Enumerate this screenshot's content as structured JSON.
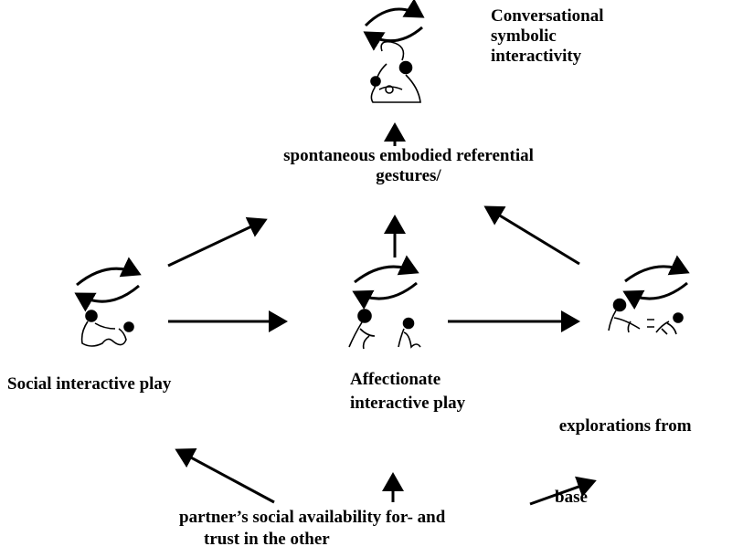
{
  "labels": {
    "conversational": [
      "Conversational",
      "symbolic",
      "interactivity"
    ],
    "gestures": [
      "spontaneous embodied  referential",
      "gestures/"
    ],
    "social_play": "Social interactive play",
    "affectionate_play": [
      "Affectionate",
      "interactive play"
    ],
    "explorations": [
      " explorations from",
      "base"
    ],
    "partner": [
      "partner’s social  availability for- and",
      "trust in the other"
    ]
  },
  "icons": {
    "cycle": "circular-double-arrow-icon",
    "figures": "figure-sketch-icon"
  },
  "colors": {
    "ink": "#000000",
    "background": "#ffffff"
  }
}
